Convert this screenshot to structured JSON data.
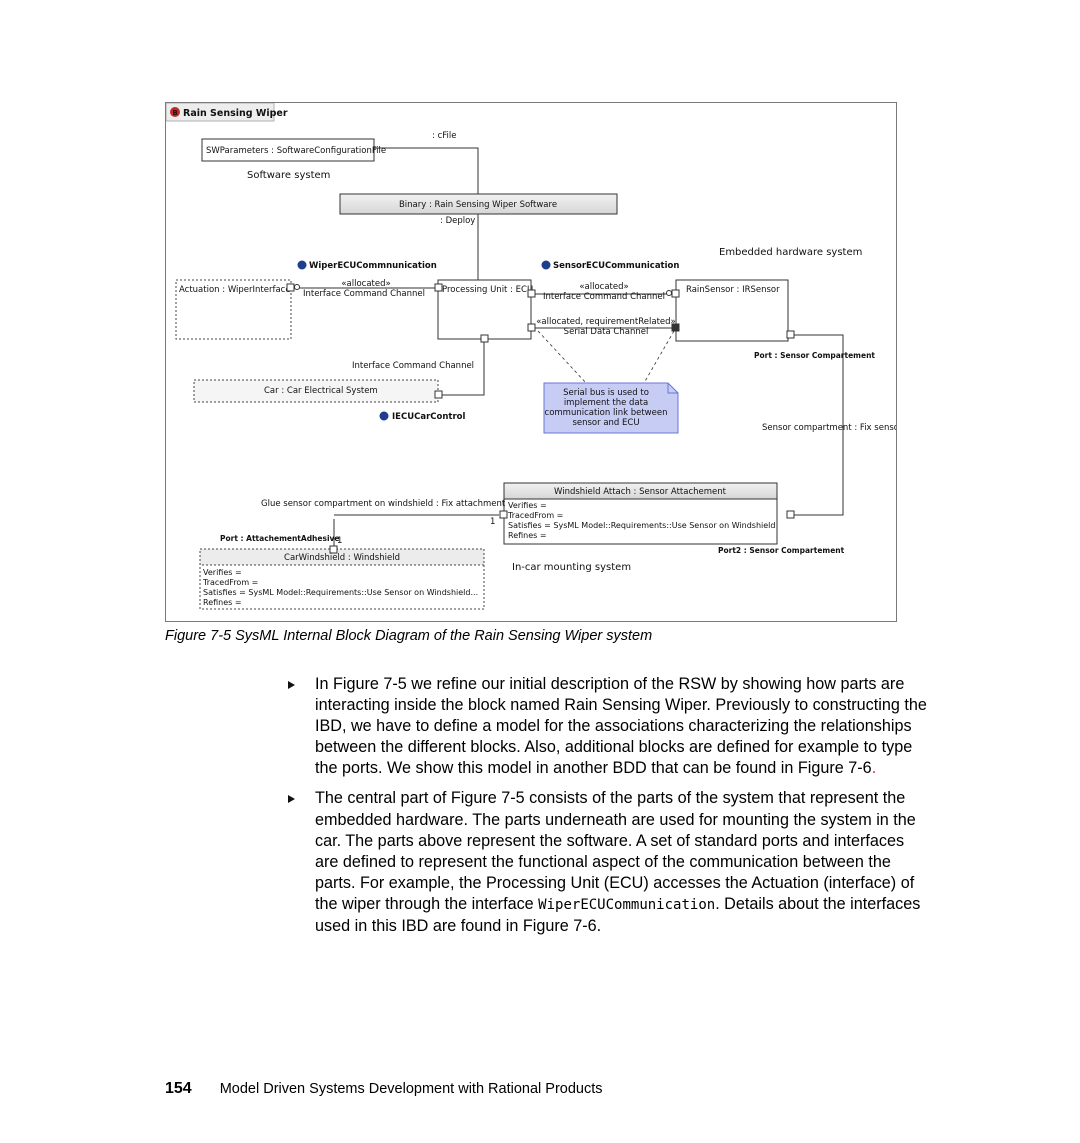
{
  "figure": {
    "title": "Rain Sensing Wiper",
    "parts": {
      "sw_params": "SWParameters : SoftwareConfigurationFile",
      "binary": "Binary : Rain Sensing Wiper Software",
      "actuation": "Actuation : WiperInterface",
      "processing_unit": "Processing Unit : ECU",
      "rain_sensor": "RainSensor : IRSensor",
      "car": "Car : Car Electrical System",
      "windshield_attach": "Windshield Attach : Sensor Attachement",
      "car_windshield": "CarWindshield : Windshield"
    },
    "labels": {
      "cfile": ": cFile",
      "software_system": "Software system",
      "deploy": ": Deploy",
      "embedded_hw": "Embedded hardware system",
      "wiper_ecu_comm": "WiperECUCommnunication",
      "sensor_ecu_comm": "SensorECUCommunication",
      "allocated_1": "«allocated»",
      "icc_1": "Interface Command Channel",
      "allocated_2": "«allocated»",
      "icc_2": "Interface Command Channel",
      "allocated_req": "«allocated, requirementRelated»",
      "serial_data_channel": "Serial Data Channel",
      "icc_3": "Interface Command Channel",
      "port_sensor_comp": "Port : Sensor Compartement",
      "ecu_car_control": "IECUCarControl",
      "note_1": "Serial bus is used to",
      "note_2": "implement the data",
      "note_3": "communication link between",
      "note_4": "sensor and ECU",
      "sensor_comp_fix": "Sensor compartment : Fix sensor",
      "glue_sensor": "Glue sensor compartment on windshield : Fix attachment",
      "mult_1a": "1",
      "mult_1b": "1",
      "port_attach_adhesive": "Port : AttachementAdhesive",
      "port2_sensor_comp": "Port2 : Sensor Compartement",
      "in_car_mounting": "In-car mounting system"
    },
    "windshield_attach_props": [
      "Verifies =",
      "TracedFrom =",
      "Satisfies = SysML Model::Requirements::Use  Sensor on Windshield",
      "Refines ="
    ],
    "car_windshield_props": [
      "Verifies =",
      "TracedFrom =",
      "Satisfies = SysML Model::Requirements::Use  Sensor on Windshield...",
      "Refines ="
    ]
  },
  "caption": "Figure 7-5   SysML Internal Block Diagram of the Rain Sensing Wiper system",
  "bullets": [
    {
      "pre": "In Figure 7-5 we refine our initial description of the RSW by showing how parts are interacting inside the block named Rain Sensing Wiper. Previously to constructing the IBD, we have to define a model for the associations characterizing the relationships between the different blocks. Also, additional blocks are defined for example to type the ports. We show this model in another BDD that can be found in Figure 7-6",
      "post": "."
    },
    {
      "pre": "The central part of Figure 7-5 consists of the parts of the system that represent the embedded hardware. The parts underneath are used for mounting the system in the car. The parts above represent the software. A set of standard ports and interfaces are defined to represent the functional aspect of the communication between the parts. For example, the Processing Unit (ECU) accesses the Actuation (interface) of the wiper through the interface ",
      "code": "WiperECUCommunication",
      "post": ". Details about the interfaces used in this IBD are found in Figure 7-6."
    }
  ],
  "footer": {
    "page_number": "154",
    "book_title": "Model Driven Systems Development with Rational Products"
  }
}
